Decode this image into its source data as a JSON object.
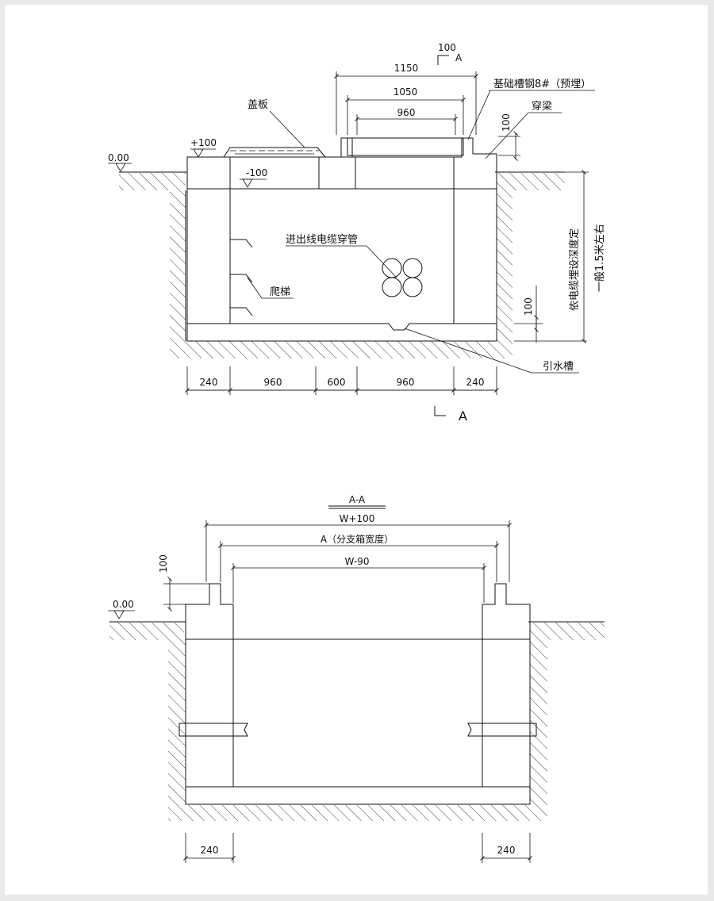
{
  "colors": {
    "line": "#111111",
    "paper": "#ffffff",
    "border": "#e9e9e9"
  },
  "plan": {
    "labels": {
      "gaiban": "盖板",
      "jichu": "基础槽钢8#（预埋）",
      "chuanliang": "穿梁",
      "cable": "进出线电缆穿管",
      "ladder": "爬梯",
      "drain": "引水槽",
      "depth1": "依电缆埋设深度定",
      "depth2": "一般1.5米左右"
    },
    "levels": {
      "ground": "0.00",
      "plus": "+100",
      "minus": "-100"
    },
    "section_mark": {
      "top_num": "100",
      "top_letter": "A",
      "bottom_letter": "A"
    },
    "dims_top": [
      "1150",
      "1050",
      "960"
    ],
    "dim_100_a": "100",
    "dim_100_b": "100",
    "dims_bottom": [
      "240",
      "960",
      "600",
      "960",
      "240"
    ]
  },
  "section": {
    "title": "A-A",
    "dims": [
      "W+100",
      "A（分支箱宽度）",
      "W-90"
    ],
    "dim_100": "100",
    "ground": "0.00",
    "dims_bottom": [
      "240",
      "240"
    ]
  }
}
